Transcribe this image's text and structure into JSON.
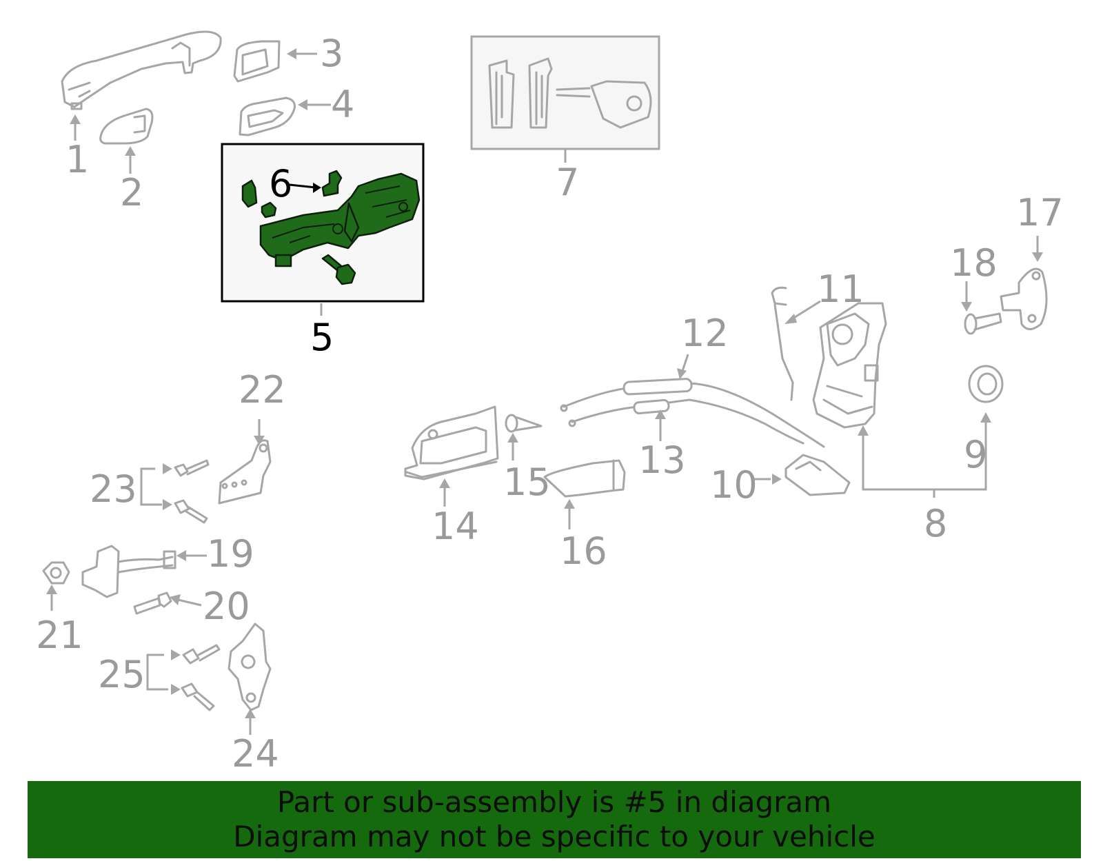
{
  "callouts": {
    "c1": "1",
    "c2": "2",
    "c3": "3",
    "c4": "4",
    "c5": "5",
    "c6": "6",
    "c7": "7",
    "c8": "8",
    "c9": "9",
    "c10": "10",
    "c11": "11",
    "c12": "12",
    "c13": "13",
    "c14": "14",
    "c15": "15",
    "c16": "16",
    "c17": "17",
    "c18": "18",
    "c19": "19",
    "c20": "20",
    "c21": "21",
    "c22": "22",
    "c23": "23",
    "c24": "24",
    "c25": "25"
  },
  "banner": {
    "line1": "Part or sub-assembly is #5 in diagram",
    "line2": "Diagram may not be specific to your vehicle"
  },
  "colors": {
    "highlight_part": "#1f6b1a",
    "banner_bg": "#146a0c",
    "callout_gray": "#9a9a9a",
    "line_gray": "#a6a6a6"
  }
}
